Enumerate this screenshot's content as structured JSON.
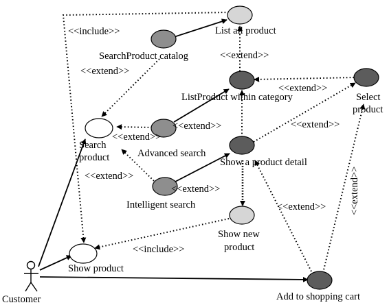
{
  "colors": {
    "white": "#ffffff",
    "light_gray": "#d6d6d6",
    "medium_gray": "#8e8e8e",
    "dark_gray": "#5c5c5c"
  },
  "actor": {
    "name": "Customer",
    "icon": "stick-figure-icon"
  },
  "use_cases": {
    "list_all_product": "List all product",
    "search_product_catalog": "SearchProduct catalog",
    "list_product_within_category": "ListProduct within category",
    "select_product_line1": "Select",
    "select_product_line2": "product",
    "search_product_line1": "Search",
    "search_product_line2": "product",
    "advanced_search": "Advanced search",
    "show_product_detail": "Show a product detail",
    "intelligent_search": "Intelligent search",
    "show_new_product_line1": "Show new",
    "show_new_product_line2": "product",
    "show_product": "Show product",
    "add_to_shopping_cart": "Add to shopping cart"
  },
  "relations": {
    "include_top": "<<include>>",
    "include_bottom": "<<include>>",
    "extend_label": "<<extend>>"
  }
}
